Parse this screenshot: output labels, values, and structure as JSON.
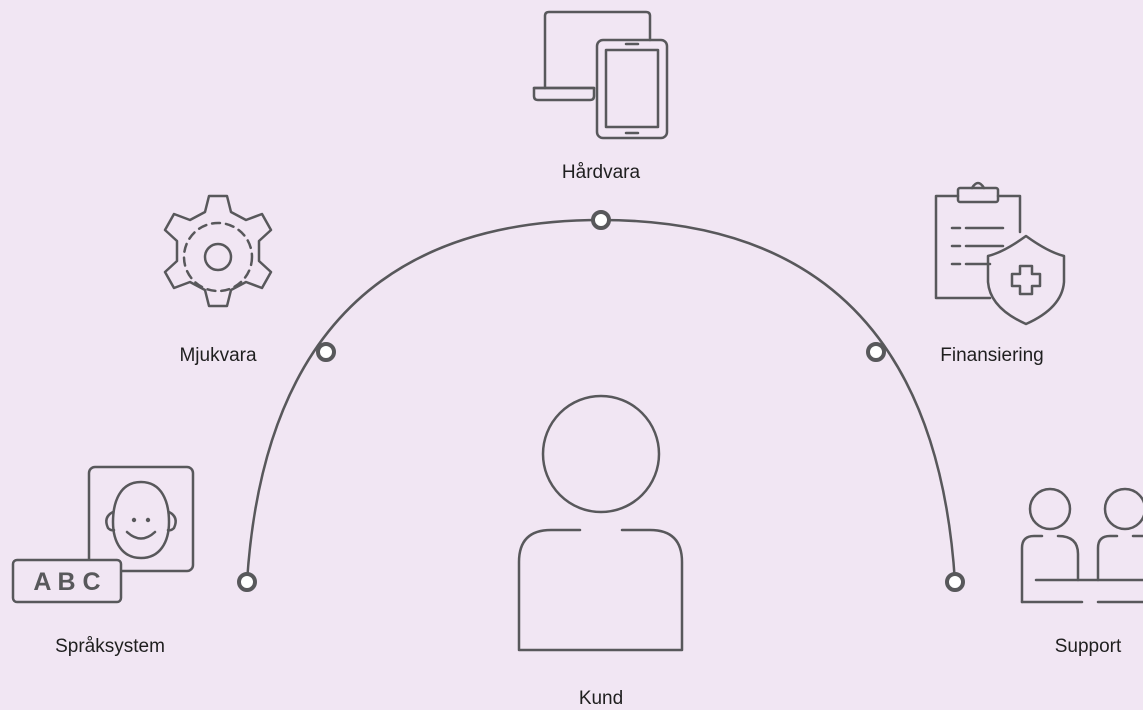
{
  "nodes": {
    "hardvara": "Hårdvara",
    "mjukvara": "Mjukvara",
    "finansiering": "Finansiering",
    "spraksystem": "Språksystem",
    "support": "Support",
    "kund": "Kund"
  },
  "abc_card_text": "A B C",
  "colors": {
    "background": "#f1e6f3",
    "stroke": "#58585b"
  },
  "icons": {
    "hardvara": "laptop-tablet-icon",
    "mjukvara": "gear-icon",
    "finansiering": "clipboard-shield-icon",
    "spraksystem": "face-abc-card-icon",
    "support": "two-people-icon",
    "kund": "person-icon"
  }
}
